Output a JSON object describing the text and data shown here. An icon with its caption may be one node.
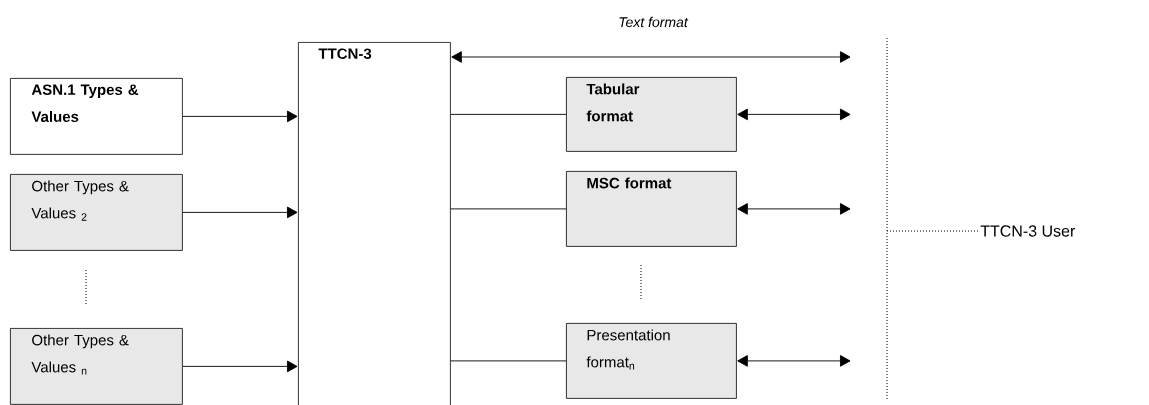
{
  "diagram": {
    "nodes": [
      {
        "text": [
          "ASN.1 Types & Values"
        ]
      },
      {
        "text": [
          "Other Types & Values $_{2}$"
        ]
      },
      {
        "text": [
          "Other Types & Values $_{n}$"
        ]
      },
      {
        "text": [
          "TTCN-3"
        ]
      },
      {
        "text": [
          "Tabular format"
        ]
      },
      {
        "text": [
          "MSC format"
        ]
      },
      {
        "text": [
          "Presentation format$_{n}$"
        ]
      },
      {
        "text": [
          "TTCN-3 User"
        ]
      }
    ],
    "edges": [
      {
        "from": 0,
        "to": 3,
        "arrow": "to"
      },
      {
        "from": 1,
        "to": 3,
        "arrow": "to"
      },
      {
        "from": 2,
        "to": 3,
        "arrow": "to"
      },
      {
        "from": 3,
        "to": null,
        "arrow": "both",
        "label": "Text format"
      },
      {
        "from": 3,
        "to": 4,
        "arrow": "none"
      },
      {
        "from": 3,
        "to": 5,
        "arrow": "none"
      },
      {
        "from": 3,
        "to": 6,
        "arrow": "none"
      },
      {
        "from": 4,
        "to": null,
        "arrow": "both"
      },
      {
        "from": 5,
        "to": null,
        "arrow": "both"
      },
      {
        "from": 6,
        "to": null,
        "arrow": "both"
      },
      {
        "from": 7,
        "to": null,
        "arrow": "none",
        "style": "dashed"
      }
    ]
  }
}
